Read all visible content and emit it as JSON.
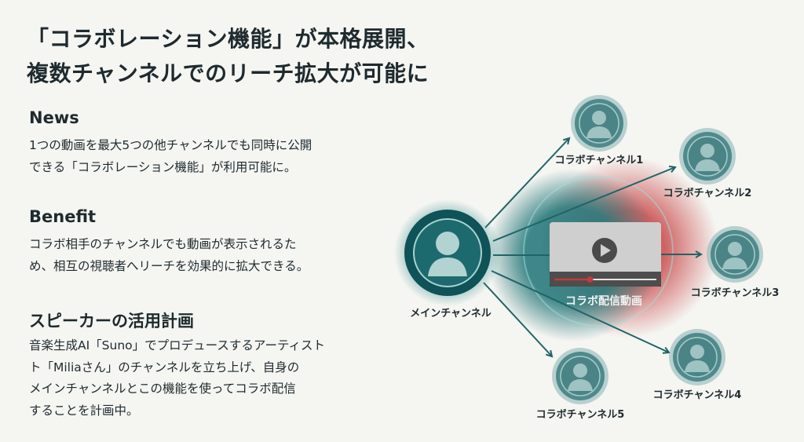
{
  "title": {
    "line1": "「コラボレーション機能」が本格展開、",
    "line2": "複数チャンネルでのリーチ拡大が可能に"
  },
  "sections": [
    {
      "heading": "News",
      "lines": [
        "1つの動画を最大5つの他チャンネルでも同時に公開",
        "できる「コラボレーション機能」が利用可能に。"
      ]
    },
    {
      "heading": "Benefit",
      "lines": [
        "コラボ相手のチャンネルでも動画が表示されるた",
        "め、相互の視聴者へリーチを効果的に拡大できる。"
      ]
    },
    {
      "heading": "スピーカーの活用計画",
      "lines": [
        "音楽生成AI「Suno」でプロデュースするアーティスト",
        "ト「Miliaさん」のチャンネルを立ち上げ、自身の",
        "メインチャンネルとこの機能を使ってコラボ配信",
        "することを計画中。"
      ]
    }
  ],
  "diagram": {
    "main_label": "メインチャンネル",
    "video_label": "コラボ配信動画",
    "video_progress": 0.35,
    "collabs": [
      "コラボチャンネル1",
      "コラボチャンネル2",
      "コラボチャンネル3",
      "コラボチャンネル4",
      "コラボチャンネル5"
    ],
    "colors": {
      "teal": "#1f6468",
      "red": "#c84848",
      "avatar": "#5f9698"
    }
  }
}
